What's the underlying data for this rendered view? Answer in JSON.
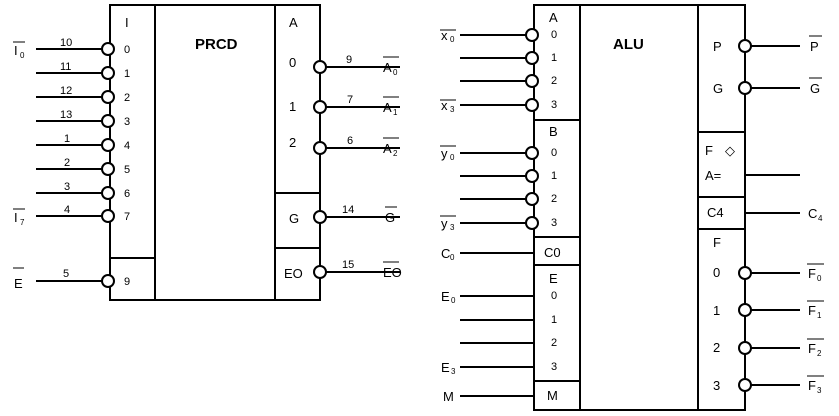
{
  "prcd": {
    "title": "PRCD",
    "input_group_label": "I",
    "output_group_label": "A",
    "inputs": [
      {
        "index": "0",
        "pin": "10",
        "signal": "I",
        "subscript": "0"
      },
      {
        "index": "1",
        "pin": "11",
        "signal": "",
        "subscript": ""
      },
      {
        "index": "2",
        "pin": "12",
        "signal": "",
        "subscript": ""
      },
      {
        "index": "3",
        "pin": "13",
        "signal": "",
        "subscript": ""
      },
      {
        "index": "4",
        "pin": "1",
        "signal": "",
        "subscript": ""
      },
      {
        "index": "5",
        "pin": "2",
        "signal": "",
        "subscript": ""
      },
      {
        "index": "6",
        "pin": "3",
        "signal": "",
        "subscript": ""
      },
      {
        "index": "7",
        "pin": "4",
        "signal": "I",
        "subscript": "7"
      }
    ],
    "enable": {
      "index": "9",
      "pin": "5",
      "signal": "E"
    },
    "outputs": [
      {
        "index": "0",
        "pin": "9",
        "signal": "A",
        "subscript": "0"
      },
      {
        "index": "1",
        "pin": "7",
        "signal": "A",
        "subscript": "1"
      },
      {
        "index": "2",
        "pin": "6",
        "signal": "A",
        "subscript": "2"
      }
    ],
    "g_output": {
      "label": "G",
      "pin": "14",
      "signal": "G"
    },
    "eo_output": {
      "label": "EO",
      "pin": "15",
      "signal": "EO"
    }
  },
  "alu": {
    "title": "ALU",
    "a_group": {
      "label": "A",
      "indices": [
        "0",
        "1",
        "2",
        "3"
      ],
      "signals": [
        {
          "name": "x",
          "sub": "0"
        },
        {
          "name": "",
          "sub": ""
        },
        {
          "name": "",
          "sub": ""
        },
        {
          "name": "x",
          "sub": "3"
        }
      ]
    },
    "b_group": {
      "label": "B",
      "indices": [
        "0",
        "1",
        "2",
        "3"
      ],
      "signals": [
        {
          "name": "y",
          "sub": "0"
        },
        {
          "name": "",
          "sub": ""
        },
        {
          "name": "",
          "sub": ""
        },
        {
          "name": "y",
          "sub": "3"
        }
      ]
    },
    "carry_in": {
      "label": "C0",
      "signal": "C",
      "sub": "0"
    },
    "e_group": {
      "label": "E",
      "indices": [
        "0",
        "1",
        "2",
        "3"
      ],
      "signals": [
        {
          "name": "E",
          "sub": "0"
        },
        {
          "name": "",
          "sub": ""
        },
        {
          "name": "",
          "sub": ""
        },
        {
          "name": "E",
          "sub": "3"
        }
      ]
    },
    "mode": {
      "label": "M",
      "signal": "M"
    },
    "p_output": {
      "label": "P",
      "signal": "P"
    },
    "g_output": {
      "label": "G",
      "signal": "G"
    },
    "aeqb": {
      "label_f": "F",
      "diamond": "◇",
      "label_a": "A="
    },
    "carry_out": {
      "label": "C4",
      "signal": "C",
      "sub": "4"
    },
    "f_group": {
      "label": "F",
      "indices": [
        "0",
        "1",
        "2",
        "3"
      ],
      "signals": [
        {
          "name": "F",
          "sub": "0"
        },
        {
          "name": "F",
          "sub": "1"
        },
        {
          "name": "F",
          "sub": "2"
        },
        {
          "name": "F",
          "sub": "3"
        }
      ]
    }
  }
}
